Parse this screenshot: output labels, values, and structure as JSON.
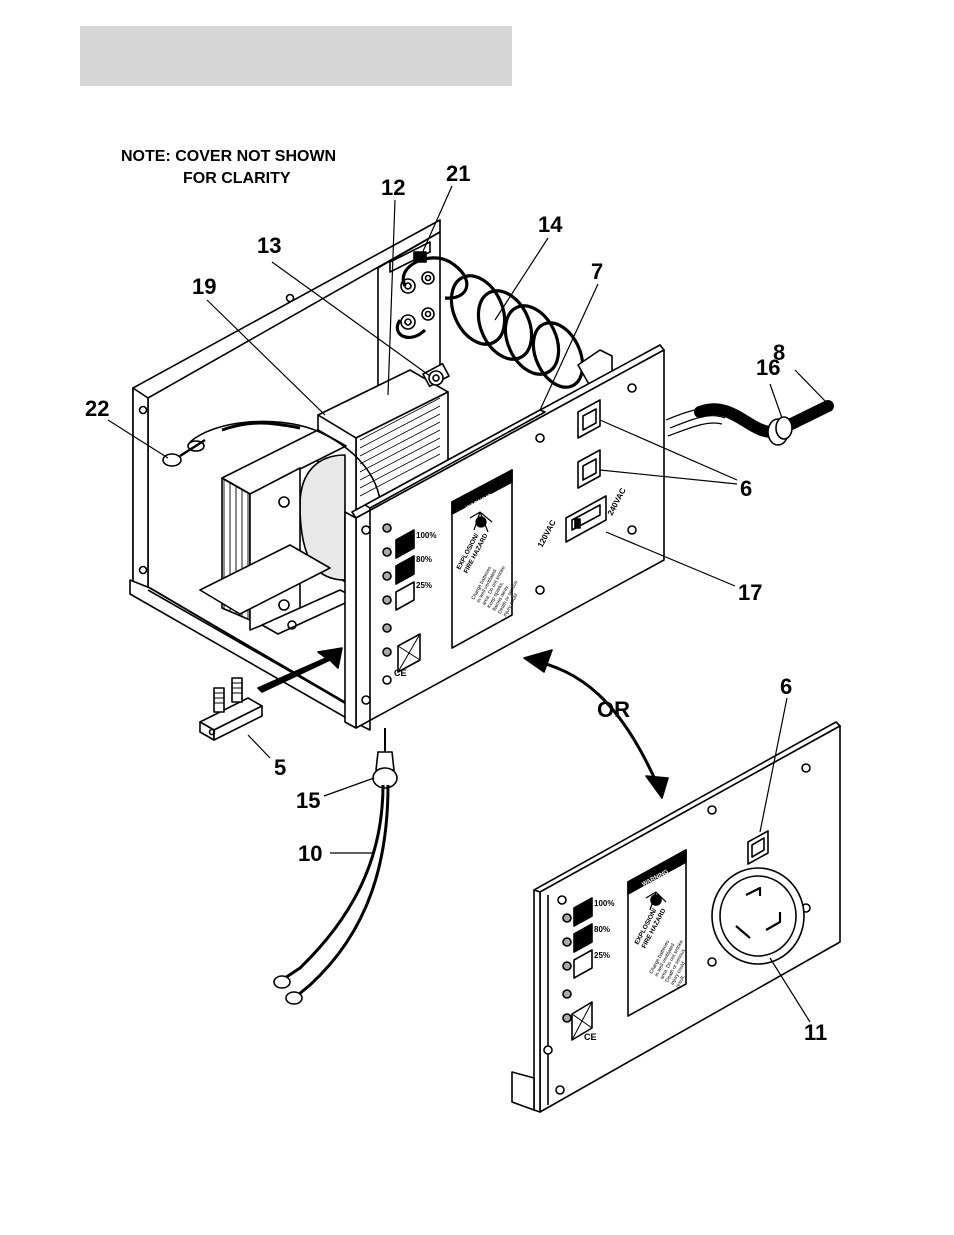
{
  "note": {
    "line1": "NOTE:  COVER NOT SHOWN",
    "line2": "FOR CLARITY"
  },
  "callouts": {
    "c12": "12",
    "c21": "21",
    "c14": "14",
    "c13": "13",
    "c7": "7",
    "c19": "19",
    "c8": "8",
    "c16": "16",
    "c22": "22",
    "c6a": "6",
    "c17": "17",
    "c5": "5",
    "c15": "15",
    "c10": "10",
    "c6b": "6",
    "c11": "11",
    "or": "OR"
  },
  "panel": {
    "pct100": "100%",
    "pct80": "80%",
    "pct25": "25%",
    "v120": "120VAC",
    "v240": "240VAC",
    "warning": "WARNING",
    "hazard1": "EXPLOSION/",
    "hazard2": "FIRE HAZARD",
    "msg1": "Charge batteries",
    "msg2": "in well ventilated",
    "msg3": "area. Do not smoke.",
    "msg4": "Keep sparks,",
    "msg5": "flames away.",
    "msg6": "Death or serious",
    "msg7": "injury could",
    "msg8": "result.",
    "ce": "CE"
  }
}
